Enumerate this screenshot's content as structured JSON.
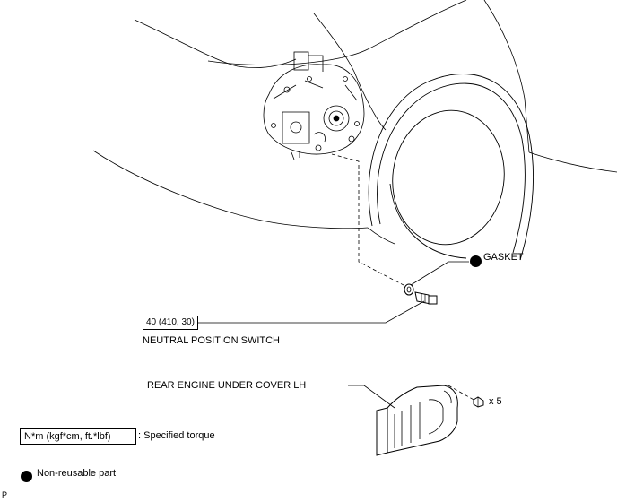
{
  "labels": {
    "gasket": "GASKET",
    "torque_value": "40 (410, 30)",
    "neutral_switch": "NEUTRAL POSITION SWITCH",
    "under_cover": "REAR ENGINE UNDER COVER LH",
    "qty": "x 5",
    "page_id": "P"
  },
  "legend": {
    "torque_box": "N*m (kgf*cm, ft.*lbf)",
    "torque_desc": ": Specified torque",
    "nonreusable_desc": "Non-reusable part"
  },
  "icons": {
    "nonreusable": "filled-circle-icon"
  }
}
